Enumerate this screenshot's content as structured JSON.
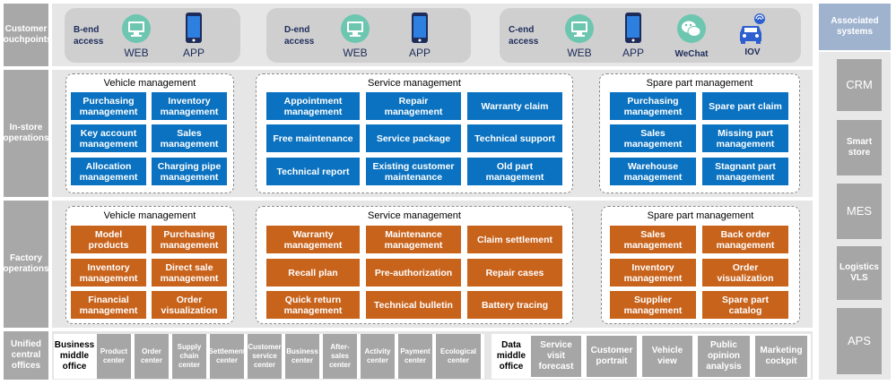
{
  "rows": {
    "touchpoints": "Customer touchpoints",
    "instore": "In-store operations",
    "factory": "Factory operations",
    "central": "Unified central offices"
  },
  "touchpoints": {
    "b_end": {
      "title": "B-end access",
      "web": "WEB",
      "app": "APP"
    },
    "d_end": {
      "title": "D-end access",
      "web": "WEB",
      "app": "APP"
    },
    "c_end": {
      "title": "C-end access",
      "web": "WEB",
      "app": "APP",
      "wechat": "WeChat",
      "iov": "IOV"
    }
  },
  "instore": {
    "vehicle": {
      "title": "Vehicle management",
      "items": [
        "Purchasing management",
        "Inventory management",
        "Key account management",
        "Sales management",
        "Allocation management",
        "Charging pipe management"
      ]
    },
    "service": {
      "title": "Service management",
      "items": [
        "Appointment management",
        "Repair management",
        "Warranty claim",
        "Free maintenance",
        "Service package",
        "Technical support",
        "Technical report",
        "Existing customer maintenance",
        "Old part management"
      ]
    },
    "spare": {
      "title": "Spare part management",
      "items": [
        "Purchasing management",
        "Spare part claim",
        "Sales management",
        "Missing part management",
        "Warehouse management",
        "Stagnant part management"
      ]
    }
  },
  "factory": {
    "vehicle": {
      "title": "Vehicle management",
      "items": [
        "Model products",
        "Purchasing management",
        "Inventory management",
        "Direct sale management",
        "Financial management",
        "Order visualization"
      ]
    },
    "service": {
      "title": "Service management",
      "items": [
        "Warranty management",
        "Maintenance management",
        "Claim settlement",
        "Recall plan",
        "Pre-authorization",
        "Repair cases",
        "Quick return management",
        "Technical bulletin",
        "Battery tracing"
      ]
    },
    "spare": {
      "title": "Spare part management",
      "items": [
        "Sales management",
        "Back order management",
        "Inventory management",
        "Order visualization",
        "Supplier management",
        "Spare part catalog"
      ]
    }
  },
  "central": {
    "business": {
      "title": "Business middle office",
      "items": [
        "Product center",
        "Order center",
        "Supply chain center",
        "Settlement center",
        "Customer service center",
        "Business center",
        "After-sales center",
        "Activity center",
        "Payment center",
        "Ecological center"
      ]
    },
    "data": {
      "title": "Data middle office",
      "items": [
        "Service visit forecast",
        "Customer portrait",
        "Vehicle view",
        "Public opinion analysis",
        "Marketing cockpit"
      ]
    }
  },
  "associated": {
    "title": "Associated systems",
    "items": [
      "CRM",
      "Smart store",
      "MES",
      "Logistics VLS",
      "APS"
    ]
  },
  "colors": {
    "blue": "#0a72c0",
    "orange": "#c8631c",
    "gray": "#a6a6a6",
    "label_gray": "#a8a8a8",
    "assoc_head": "#9fb3cf"
  },
  "icons": [
    "monitor-icon",
    "smartphone-icon",
    "wechat-icon",
    "car-wifi-icon"
  ]
}
